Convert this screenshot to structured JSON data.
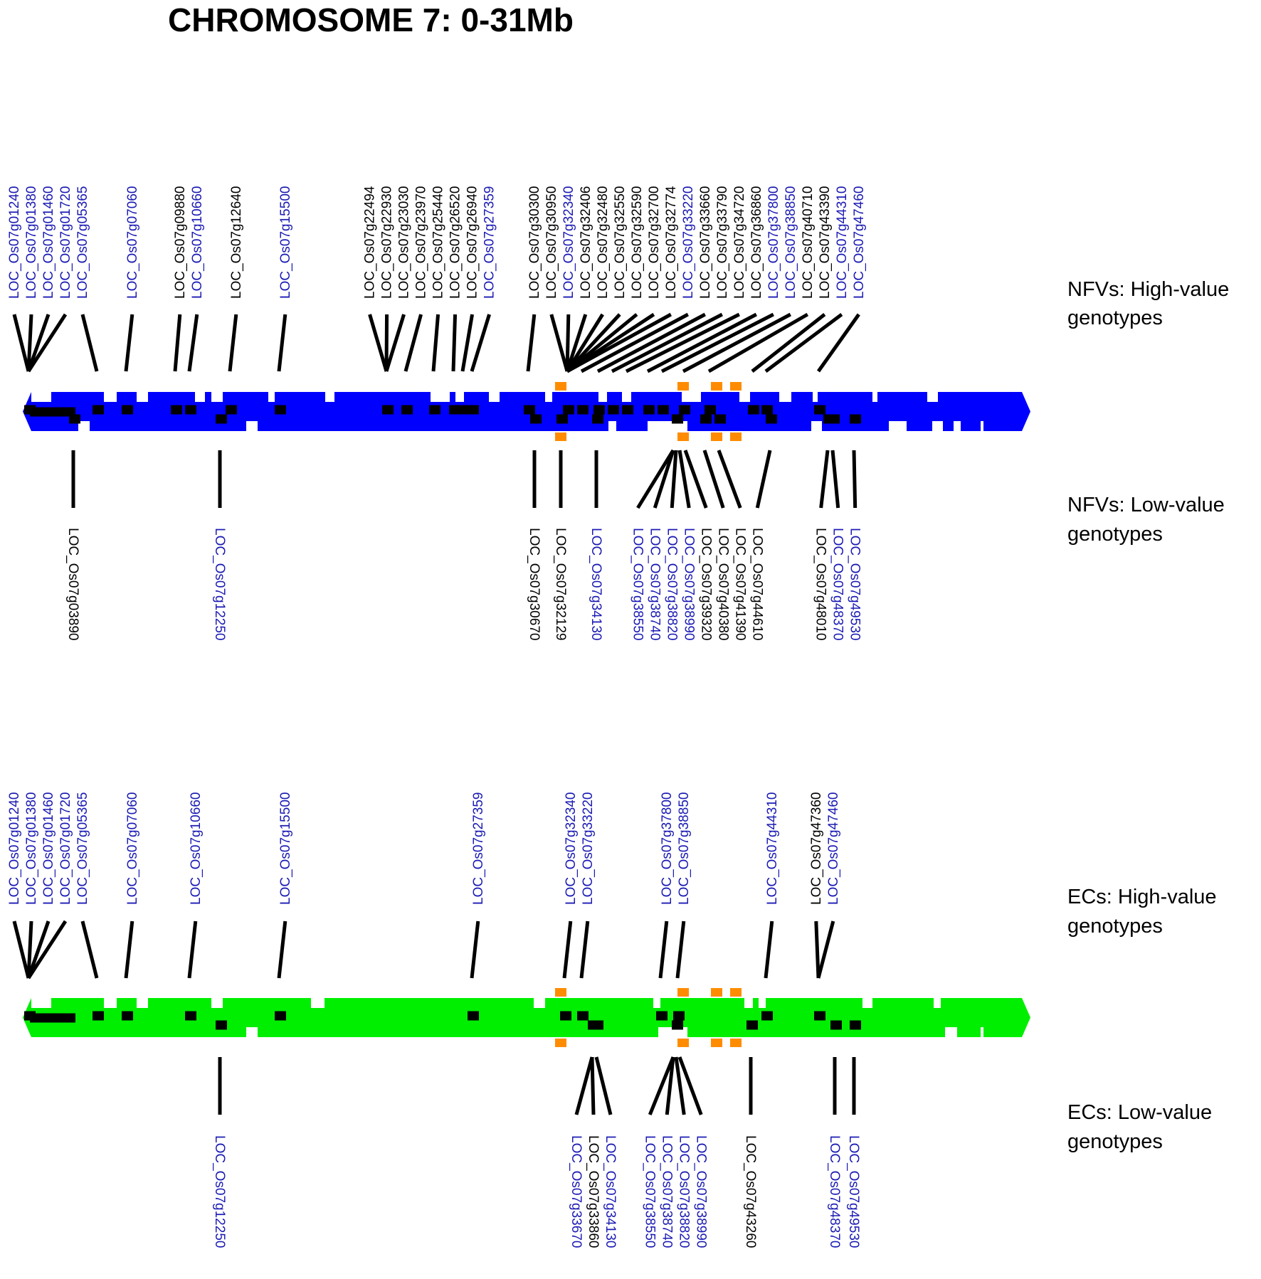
{
  "title": "CHROMOSOME 7: 0-31Mb",
  "colors": {
    "title": "#0f1a9a",
    "gene_black": "#000000",
    "gene_blue": "#1a1ab4",
    "nfv_chromosome": "#0000ff",
    "ec_chromosome": "#00ee00",
    "marker": "#000000",
    "highlight": "#ff8c00",
    "connector": "#000000"
  },
  "panels": [
    {
      "id": "nfv",
      "chromosome_color": "nfv",
      "high_label": [
        "NFVs: High-value",
        "genotypes"
      ],
      "low_label": [
        "NFVs: Low-value",
        "genotypes"
      ],
      "high_genes": [
        {
          "name": "LOC_Os07g01240",
          "c": "blue",
          "p": 40
        },
        {
          "name": "LOC_Os07g01380",
          "c": "blue",
          "p": 40
        },
        {
          "name": "LOC_Os07g01460",
          "c": "blue",
          "p": 40
        },
        {
          "name": "LOC_Os07g01720",
          "c": "blue",
          "p": 40
        },
        {
          "name": "LOC_Os07g05365",
          "c": "blue",
          "p": 136
        },
        {
          "name": "LOC_Os07g07060",
          "c": "blue",
          "p": 177
        },
        {
          "name": "LOC_Os07g09880",
          "c": "black",
          "p": 246
        },
        {
          "name": "LOC_Os07g10660",
          "c": "blue",
          "p": 266
        },
        {
          "name": "LOC_Os07g12640",
          "c": "black",
          "p": 323
        },
        {
          "name": "LOC_Os07g15500",
          "c": "blue",
          "p": 392
        },
        {
          "name": "LOC_Os07g22494",
          "c": "black",
          "p": 543
        },
        {
          "name": "LOC_Os07g22930",
          "c": "black",
          "p": 543
        },
        {
          "name": "LOC_Os07g23030",
          "c": "black",
          "p": 543
        },
        {
          "name": "LOC_Os07g23970",
          "c": "black",
          "p": 570
        },
        {
          "name": "LOC_Os07g25440",
          "c": "black",
          "p": 609
        },
        {
          "name": "LOC_Os07g26520",
          "c": "black",
          "p": 637
        },
        {
          "name": "LOC_Os07g26940",
          "c": "black",
          "p": 650
        },
        {
          "name": "LOC_Os07g27359",
          "c": "blue",
          "p": 663
        },
        {
          "name": "LOC_Os07g30300",
          "c": "black",
          "p": 742
        },
        {
          "name": "LOC_Os07g30950",
          "c": "black",
          "p": 797
        },
        {
          "name": "LOC_Os07g32340",
          "c": "blue",
          "p": 797
        },
        {
          "name": "LOC_Os07g32406",
          "c": "black",
          "p": 797
        },
        {
          "name": "LOC_Os07g32480",
          "c": "black",
          "p": 797
        },
        {
          "name": "LOC_Os07g32550",
          "c": "black",
          "p": 797
        },
        {
          "name": "LOC_Os07g32590",
          "c": "black",
          "p": 797
        },
        {
          "name": "LOC_Os07g32700",
          "c": "black",
          "p": 797
        },
        {
          "name": "LOC_Os07g32774",
          "c": "black",
          "p": 797
        },
        {
          "name": "LOC_Os07g33220",
          "c": "blue",
          "p": 817
        },
        {
          "name": "LOC_Os07g33660",
          "c": "black",
          "p": 840
        },
        {
          "name": "LOC_Os07g33790",
          "c": "black",
          "p": 860
        },
        {
          "name": "LOC_Os07g34720",
          "c": "black",
          "p": 880
        },
        {
          "name": "LOC_Os07g36860",
          "c": "black",
          "p": 910
        },
        {
          "name": "LOC_Os07g37800",
          "c": "blue",
          "p": 930
        },
        {
          "name": "LOC_Os07g38850",
          "c": "blue",
          "p": 960
        },
        {
          "name": "LOC_Os07g40710",
          "c": "black",
          "p": 996
        },
        {
          "name": "LOC_Os07g43390",
          "c": "black",
          "p": 1057
        },
        {
          "name": "LOC_Os07g44310",
          "c": "blue",
          "p": 1076
        },
        {
          "name": "LOC_Os07g47460",
          "c": "blue",
          "p": 1150
        }
      ],
      "low_genes": [
        {
          "name": "LOC_Os07g03890",
          "c": "black",
          "p": 103
        },
        {
          "name": "LOC_Os07g12250",
          "c": "blue",
          "p": 309
        },
        {
          "name": "LOC_Os07g30670",
          "c": "black",
          "p": 751
        },
        {
          "name": "LOC_Os07g32129",
          "c": "black",
          "p": 788
        },
        {
          "name": "LOC_Os07g34130",
          "c": "blue",
          "p": 838
        },
        {
          "name": "LOC_Os07g38550",
          "c": "blue",
          "p": 946
        },
        {
          "name": "LOC_Os07g38740",
          "c": "blue",
          "p": 946
        },
        {
          "name": "LOC_Os07g38820",
          "c": "blue",
          "p": 950
        },
        {
          "name": "LOC_Os07g38990",
          "c": "blue",
          "p": 955
        },
        {
          "name": "LOC_Os07g39320",
          "c": "black",
          "p": 963
        },
        {
          "name": "LOC_Os07g40380",
          "c": "black",
          "p": 990
        },
        {
          "name": "LOC_Os07g41390",
          "c": "black",
          "p": 1010
        },
        {
          "name": "LOC_Os07g44610",
          "c": "black",
          "p": 1082
        },
        {
          "name": "LOC_Os07g48010",
          "c": "black",
          "p": 1163
        },
        {
          "name": "LOC_Os07g48370",
          "c": "blue",
          "p": 1170
        },
        {
          "name": "LOC_Os07g49530",
          "c": "blue",
          "p": 1200
        }
      ],
      "top_markers": [
        40,
        136,
        177,
        246,
        266,
        323,
        392,
        543,
        570,
        609,
        637,
        650,
        663,
        742,
        797,
        817,
        840,
        860,
        880,
        910,
        930,
        960,
        996,
        1057,
        1076,
        1150
      ],
      "bottom_markers": [
        103,
        309,
        751,
        788,
        838,
        950,
        990,
        1010,
        1082,
        1163,
        1170,
        1200
      ]
    },
    {
      "id": "ec",
      "chromosome_color": "ec",
      "high_label": [
        "ECs: High-value",
        "genotypes"
      ],
      "low_label": [
        "ECs: Low-value",
        "genotypes"
      ],
      "high_genes": [
        {
          "name": "LOC_Os07g01240",
          "c": "blue",
          "p": 40
        },
        {
          "name": "LOC_Os07g01380",
          "c": "blue",
          "p": 40
        },
        {
          "name": "LOC_Os07g01460",
          "c": "blue",
          "p": 40
        },
        {
          "name": "LOC_Os07g01720",
          "c": "blue",
          "p": 40
        },
        {
          "name": "LOC_Os07g05365",
          "c": "blue",
          "p": 136
        },
        {
          "name": "LOC_Os07g07060",
          "c": "blue",
          "p": 177
        },
        {
          "name": "LOC_Os07g10660",
          "c": "blue",
          "p": 266
        },
        {
          "name": "LOC_Os07g15500",
          "c": "blue",
          "p": 392
        },
        {
          "name": "LOC_Os07g27359",
          "c": "blue",
          "p": 663
        },
        {
          "name": "LOC_Os07g32340",
          "c": "blue",
          "p": 793
        },
        {
          "name": "LOC_Os07g33220",
          "c": "blue",
          "p": 817
        },
        {
          "name": "LOC_Os07g37800",
          "c": "blue",
          "p": 928
        },
        {
          "name": "LOC_Os07g38850",
          "c": "blue",
          "p": 952
        },
        {
          "name": "LOC_Os07g44310",
          "c": "blue",
          "p": 1076
        },
        {
          "name": "LOC_Os07g47360",
          "c": "black",
          "p": 1150
        },
        {
          "name": "LOC_Os07g47460",
          "c": "blue",
          "p": 1150
        }
      ],
      "low_genes": [
        {
          "name": "LOC_Os07g12250",
          "c": "blue",
          "p": 309
        },
        {
          "name": "LOC_Os07g33670",
          "c": "blue",
          "p": 832
        },
        {
          "name": "LOC_Os07g33860",
          "c": "black",
          "p": 832
        },
        {
          "name": "LOC_Os07g34130",
          "c": "blue",
          "p": 838
        },
        {
          "name": "LOC_Os07g38550",
          "c": "blue",
          "p": 946
        },
        {
          "name": "LOC_Os07g38740",
          "c": "blue",
          "p": 946
        },
        {
          "name": "LOC_Os07g38820",
          "c": "blue",
          "p": 950
        },
        {
          "name": "LOC_Os07g38990",
          "c": "blue",
          "p": 955
        },
        {
          "name": "LOC_Os07g43260",
          "c": "black",
          "p": 1055
        },
        {
          "name": "LOC_Os07g48370",
          "c": "blue",
          "p": 1173
        },
        {
          "name": "LOC_Os07g49530",
          "c": "blue",
          "p": 1200
        }
      ],
      "top_markers": [
        40,
        136,
        177,
        266,
        392,
        663,
        793,
        817,
        928,
        952,
        1076,
        1150
      ],
      "bottom_markers": [
        309,
        832,
        838,
        950,
        1055,
        1173,
        1200
      ]
    }
  ],
  "highlight_positions": [
    788,
    960,
    1007,
    1034
  ]
}
